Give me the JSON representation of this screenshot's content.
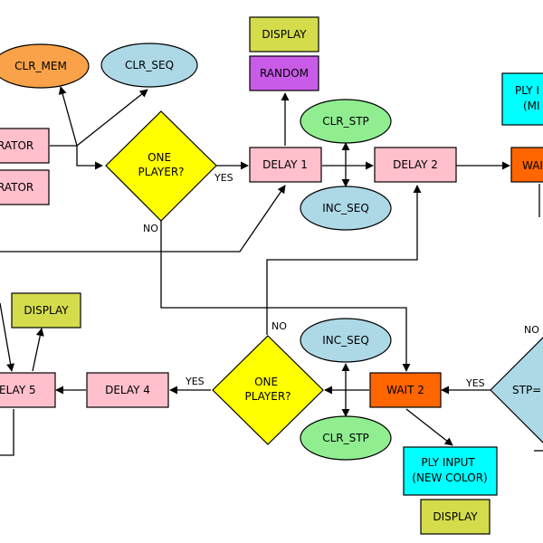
{
  "diagram": {
    "nodes": [
      {
        "id": "clr-mem",
        "shape": "ellipse",
        "fill": "#f9a249",
        "lines": [
          "CLR_MEM"
        ]
      },
      {
        "id": "clr-seq",
        "shape": "ellipse",
        "fill": "#add8e6",
        "lines": [
          "CLR_SEQ"
        ]
      },
      {
        "id": "display-top",
        "shape": "rect",
        "fill": "#d4dc4c",
        "lines": [
          "DISPLAY"
        ]
      },
      {
        "id": "random",
        "shape": "rect",
        "fill": "#c85ce8",
        "lines": [
          "RANDOM"
        ]
      },
      {
        "id": "generator-1",
        "shape": "rect",
        "fill": "#ffc0cb",
        "lines": [
          "RATOR"
        ]
      },
      {
        "id": "generator-2",
        "shape": "rect",
        "fill": "#ffc0cb",
        "lines": [
          "RATOR"
        ]
      },
      {
        "id": "one-player-top",
        "shape": "diamond",
        "fill": "#ffff00",
        "lines": [
          "ONE",
          "PLAYER?"
        ]
      },
      {
        "id": "delay-1",
        "shape": "rect",
        "fill": "#ffc0cb",
        "lines": [
          "DELAY 1"
        ]
      },
      {
        "id": "clr-stp-top",
        "shape": "ellipse",
        "fill": "#90ee90",
        "lines": [
          "CLR_STP"
        ]
      },
      {
        "id": "inc-seq-top",
        "shape": "ellipse",
        "fill": "#add8e6",
        "lines": [
          "INC_SEQ"
        ]
      },
      {
        "id": "delay-2",
        "shape": "rect",
        "fill": "#ffc0cb",
        "lines": [
          "DELAY 2"
        ]
      },
      {
        "id": "wait-1",
        "shape": "rect",
        "fill": "#ff6600",
        "lines": [
          "WAI"
        ]
      },
      {
        "id": "ply-input-top",
        "shape": "rect",
        "fill": "#00ffff",
        "lines": [
          "PLY I",
          "(MI"
        ]
      },
      {
        "id": "display-left",
        "shape": "rect",
        "fill": "#d4dc4c",
        "lines": [
          "DISPLAY"
        ]
      },
      {
        "id": "delay-5",
        "shape": "rect",
        "fill": "#ffc0cb",
        "lines": [
          "ELAY 5"
        ]
      },
      {
        "id": "delay-4",
        "shape": "rect",
        "fill": "#ffc0cb",
        "lines": [
          "DELAY 4"
        ]
      },
      {
        "id": "one-player-bottom",
        "shape": "diamond",
        "fill": "#ffff00",
        "lines": [
          "ONE",
          "PLAYER?"
        ]
      },
      {
        "id": "inc-seq-bottom",
        "shape": "ellipse",
        "fill": "#add8e6",
        "lines": [
          "INC_SEQ"
        ]
      },
      {
        "id": "wait-2",
        "shape": "rect",
        "fill": "#ff6600",
        "lines": [
          "WAIT 2"
        ]
      },
      {
        "id": "clr-stp-bottom",
        "shape": "ellipse",
        "fill": "#90ee90",
        "lines": [
          "CLR_STP"
        ]
      },
      {
        "id": "stp-decision",
        "shape": "diamond",
        "fill": "#add8e6",
        "lines": [
          "STP="
        ]
      },
      {
        "id": "ply-input-bottom",
        "shape": "rect",
        "fill": "#00ffff",
        "lines": [
          "PLY INPUT",
          "(NEW COLOR)"
        ]
      },
      {
        "id": "display-bottom",
        "shape": "rect",
        "fill": "#d4dc4c",
        "lines": [
          "DISPLAY"
        ]
      }
    ],
    "edge_labels": [
      {
        "id": "yes-top",
        "text": "YES"
      },
      {
        "id": "no-top",
        "text": "NO"
      },
      {
        "id": "no-bottom",
        "text": "NO"
      },
      {
        "id": "yes-bottom",
        "text": "YES"
      },
      {
        "id": "yes-stp",
        "text": "YES"
      },
      {
        "id": "no-stp",
        "text": "NO"
      }
    ]
  }
}
